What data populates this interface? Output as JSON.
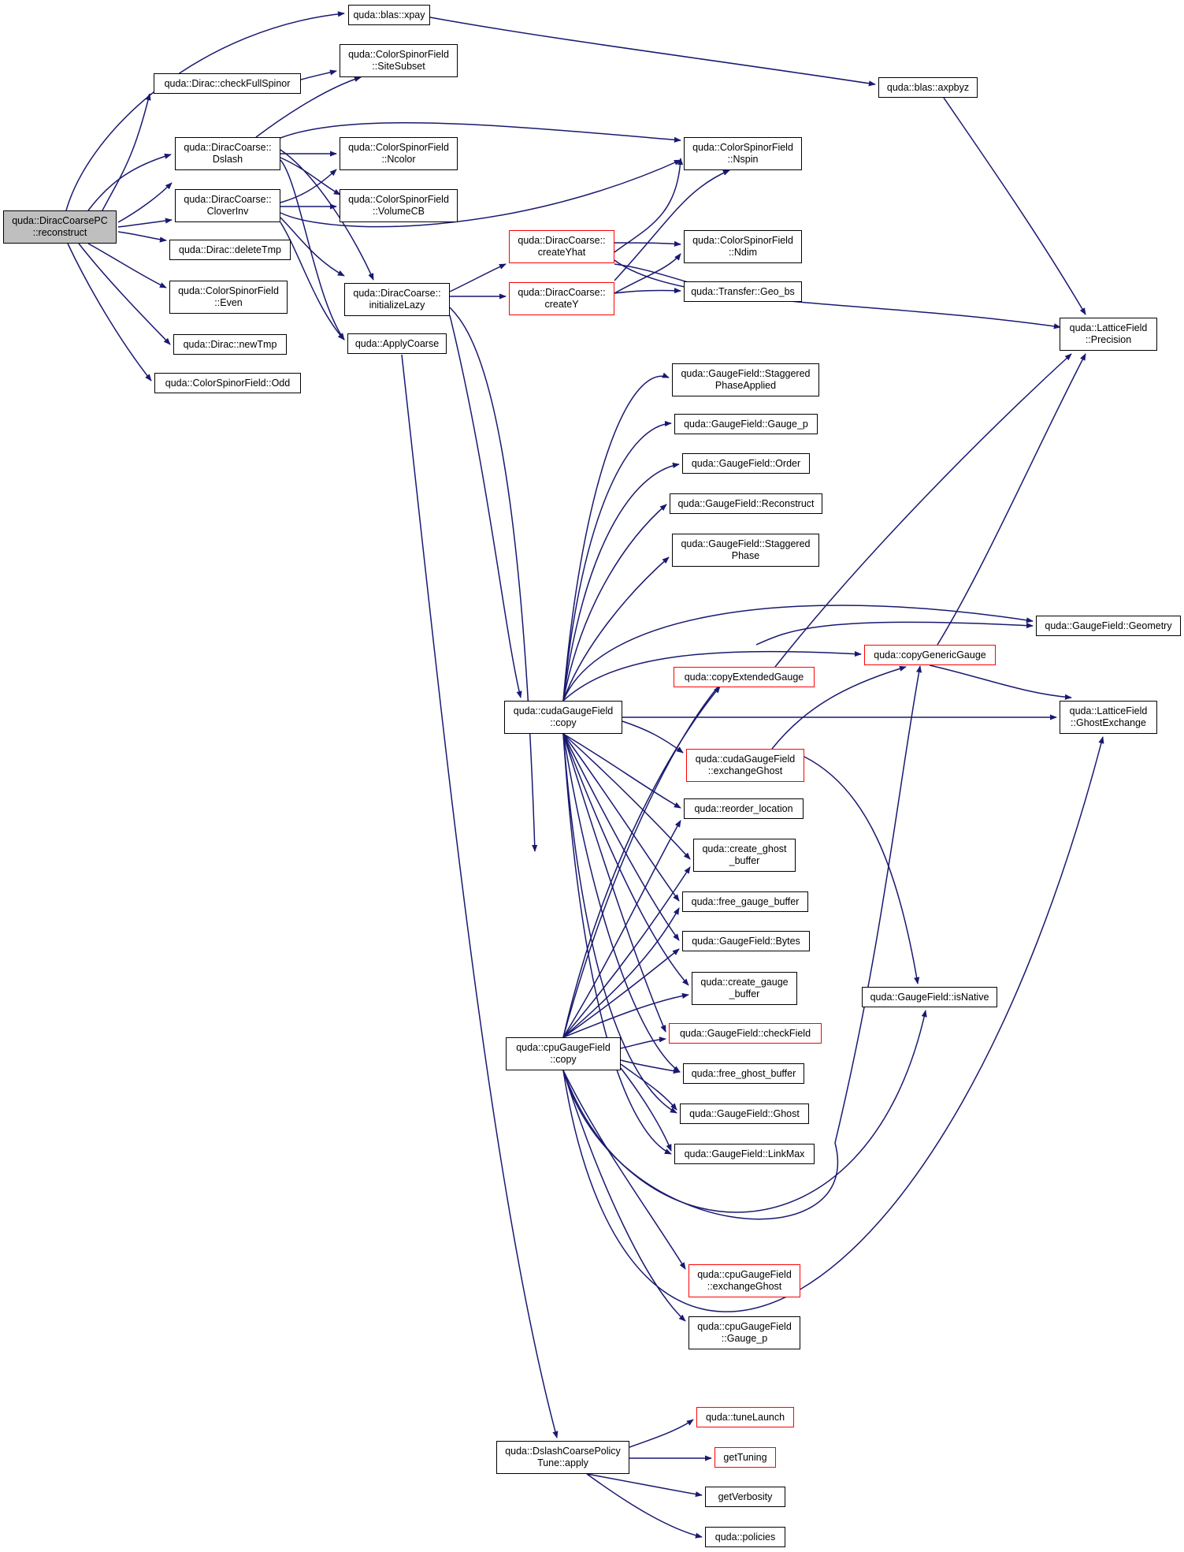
{
  "colors": {
    "edge": "#191970",
    "node_border": "#000000",
    "node_border_truncated": "#ff0000",
    "root_fill": "#bfbfbf"
  },
  "nodes": {
    "root": [
      "quda::DiracCoarsePC",
      "::reconstruct"
    ],
    "blas_xpay": [
      "quda::blas::xpay"
    ],
    "checkFullSpinor": [
      "quda::Dirac::checkFullSpinor"
    ],
    "siteSubset": [
      "quda::ColorSpinorField",
      "::SiteSubset"
    ],
    "axpbyz": [
      "quda::blas::axpbyz"
    ],
    "dslash": [
      "quda::DiracCoarse::",
      "Dslash"
    ],
    "ncolor": [
      "quda::ColorSpinorField",
      "::Ncolor"
    ],
    "nspin": [
      "quda::ColorSpinorField",
      "::Nspin"
    ],
    "cloverInv": [
      "quda::DiracCoarse::",
      "CloverInv"
    ],
    "volumeCB": [
      "quda::ColorSpinorField",
      "::VolumeCB"
    ],
    "deleteTmp": [
      "quda::Dirac::deleteTmp"
    ],
    "initializeLazy": [
      "quda::DiracCoarse::",
      "initializeLazy"
    ],
    "createYhat": [
      "quda::DiracCoarse::",
      "createYhat"
    ],
    "ndim": [
      "quda::ColorSpinorField",
      "::Ndim"
    ],
    "even": [
      "quda::ColorSpinorField",
      "::Even"
    ],
    "createY": [
      "quda::DiracCoarse::",
      "createY"
    ],
    "geoBs": [
      "quda::Transfer::Geo_bs"
    ],
    "latticePrecision": [
      "quda::LatticeField",
      "::Precision"
    ],
    "newTmp": [
      "quda::Dirac::newTmp"
    ],
    "applyCoarse": [
      "quda::ApplyCoarse"
    ],
    "odd": [
      "quda::ColorSpinorField::Odd"
    ],
    "staggeredPhaseApplied": [
      "quda::GaugeField::Staggered",
      "PhaseApplied"
    ],
    "gaugeP": [
      "quda::GaugeField::Gauge_p"
    ],
    "order": [
      "quda::GaugeField::Order"
    ],
    "reconstruct": [
      "quda::GaugeField::Reconstruct"
    ],
    "staggeredPhase": [
      "quda::GaugeField::Staggered",
      "Phase"
    ],
    "geometry": [
      "quda::GaugeField::Geometry"
    ],
    "copyGenericGauge": [
      "quda::copyGenericGauge"
    ],
    "copyExtendedGauge": [
      "quda::copyExtendedGauge"
    ],
    "cudaCopy": [
      "quda::cudaGaugeField",
      "::copy"
    ],
    "ghostExchange": [
      "quda::LatticeField",
      "::GhostExchange"
    ],
    "cudaExchangeGhost": [
      "quda::cudaGaugeField",
      "::exchangeGhost"
    ],
    "reorderLocation": [
      "quda::reorder_location"
    ],
    "createGhostBuffer": [
      "quda::create_ghost",
      "_buffer"
    ],
    "freeGaugeBuffer": [
      "quda::free_gauge_buffer"
    ],
    "bytes": [
      "quda::GaugeField::Bytes"
    ],
    "createGaugeBuffer": [
      "quda::create_gauge",
      "_buffer"
    ],
    "isNative": [
      "quda::GaugeField::isNative"
    ],
    "checkField": [
      "quda::GaugeField::checkField"
    ],
    "cpuCopy": [
      "quda::cpuGaugeField",
      "::copy"
    ],
    "freeGhostBuffer": [
      "quda::free_ghost_buffer"
    ],
    "ghost": [
      "quda::GaugeField::Ghost"
    ],
    "linkMax": [
      "quda::GaugeField::LinkMax"
    ],
    "cpuExchangeGhost": [
      "quda::cpuGaugeField",
      "::exchangeGhost"
    ],
    "cpuGaugeP": [
      "quda::cpuGaugeField",
      "::Gauge_p"
    ],
    "tuneLaunch": [
      "quda::tuneLaunch"
    ],
    "dslashApply": [
      "quda::DslashCoarsePolicy",
      "Tune::apply"
    ],
    "getTuning": [
      "getTuning"
    ],
    "getVerbosity": [
      "getVerbosity"
    ],
    "policies": [
      "quda::policies"
    ]
  }
}
